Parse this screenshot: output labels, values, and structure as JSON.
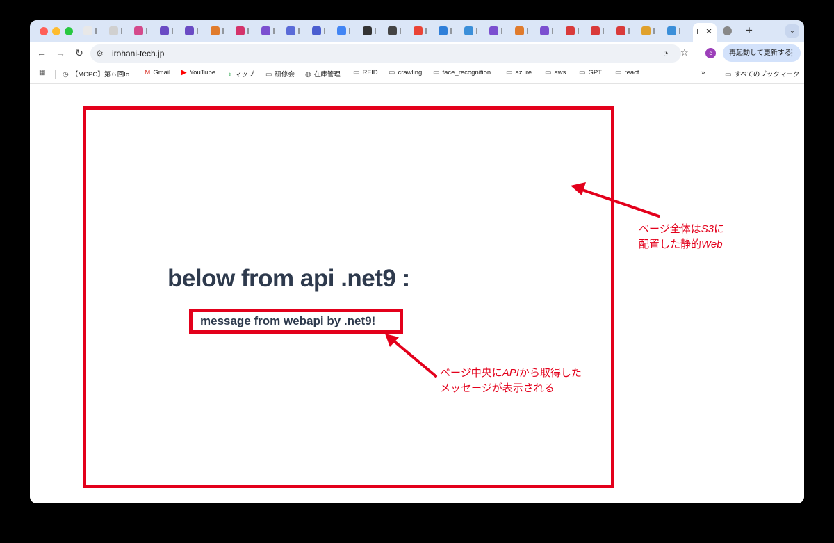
{
  "browser": {
    "tabs": [
      {
        "icon": "notion-icon",
        "color": "#e8e8e8"
      },
      {
        "icon": "chrome-icon",
        "color": "#d0d0d0"
      },
      {
        "icon": "app-icon",
        "color": "#d44a8b"
      },
      {
        "icon": "app-icon",
        "color": "#6a4bc4"
      },
      {
        "icon": "app-icon",
        "color": "#6a4bc4"
      },
      {
        "icon": "app-icon",
        "color": "#e07b2c"
      },
      {
        "icon": "app-icon",
        "color": "#d4336b"
      },
      {
        "icon": "app-icon",
        "color": "#7b4fd0"
      },
      {
        "icon": "app-icon",
        "color": "#5a6bd8"
      },
      {
        "icon": "app-icon",
        "color": "#4a5ed0"
      },
      {
        "icon": "google-icon",
        "color": "#4285f4"
      },
      {
        "icon": "openai-icon",
        "color": "#333333"
      },
      {
        "icon": "github-icon",
        "color": "#444444"
      },
      {
        "icon": "google-icon",
        "color": "#ea4335"
      },
      {
        "icon": "app-icon",
        "color": "#2f7fd9"
      },
      {
        "icon": "app-icon",
        "color": "#3b8fd9"
      },
      {
        "icon": "app-icon",
        "color": "#7b4fd0"
      },
      {
        "icon": "app-icon",
        "color": "#e07b2c"
      },
      {
        "icon": "app-icon",
        "color": "#7b4fd0"
      },
      {
        "icon": "app-icon",
        "color": "#d93a3a"
      },
      {
        "icon": "app-icon",
        "color": "#d93a3a"
      },
      {
        "icon": "app-icon",
        "color": "#d93a3a"
      },
      {
        "icon": "app-icon",
        "color": "#e0a12c"
      },
      {
        "icon": "app-icon",
        "color": "#3b8fd9"
      }
    ],
    "address": {
      "url": "irohani-tech.jp"
    },
    "relaunch_label": "再起動して更新する",
    "avatar_letter": "c",
    "bookmarks": [
      {
        "label": "【MCPC】第６回Io...",
        "icon": "clock-icon"
      },
      {
        "label": "Gmail",
        "icon": "gmail-icon"
      },
      {
        "label": "YouTube",
        "icon": "youtube-icon"
      },
      {
        "label": "マップ",
        "icon": "maps-icon"
      },
      {
        "label": "研修会",
        "icon": "folder-icon"
      },
      {
        "label": "在庫管理",
        "icon": "globe-icon"
      },
      {
        "label": "RFID",
        "icon": "folder-icon"
      },
      {
        "label": "crawling",
        "icon": "folder-icon"
      },
      {
        "label": "face_recognition",
        "icon": "folder-icon"
      },
      {
        "label": "azure",
        "icon": "folder-icon"
      },
      {
        "label": "aws",
        "icon": "folder-icon"
      },
      {
        "label": "GPT",
        "icon": "folder-icon"
      },
      {
        "label": "react",
        "icon": "folder-icon"
      }
    ],
    "all_bookmarks_label": "すべてのブックマーク",
    "overflow_label": "»"
  },
  "page": {
    "headline": "below from api .net9 :",
    "message": "message from webapi by .net9!"
  },
  "annotations": {
    "top_line1_prefix": "ページ全体は",
    "top_line1_italic": "S3",
    "top_line1_suffix": "に",
    "top_line2_prefix": "配置した静的",
    "top_line2_italic": "Web",
    "bottom_line1_prefix": "ページ中央に",
    "bottom_line1_italic": "API",
    "bottom_line1_suffix": "から取得した",
    "bottom_line2": "メッセージが表示される"
  },
  "colors": {
    "highlight_red": "#e3001b",
    "text_dark": "#2e3a4d",
    "tabstrip_bg": "#dbe6f7"
  }
}
